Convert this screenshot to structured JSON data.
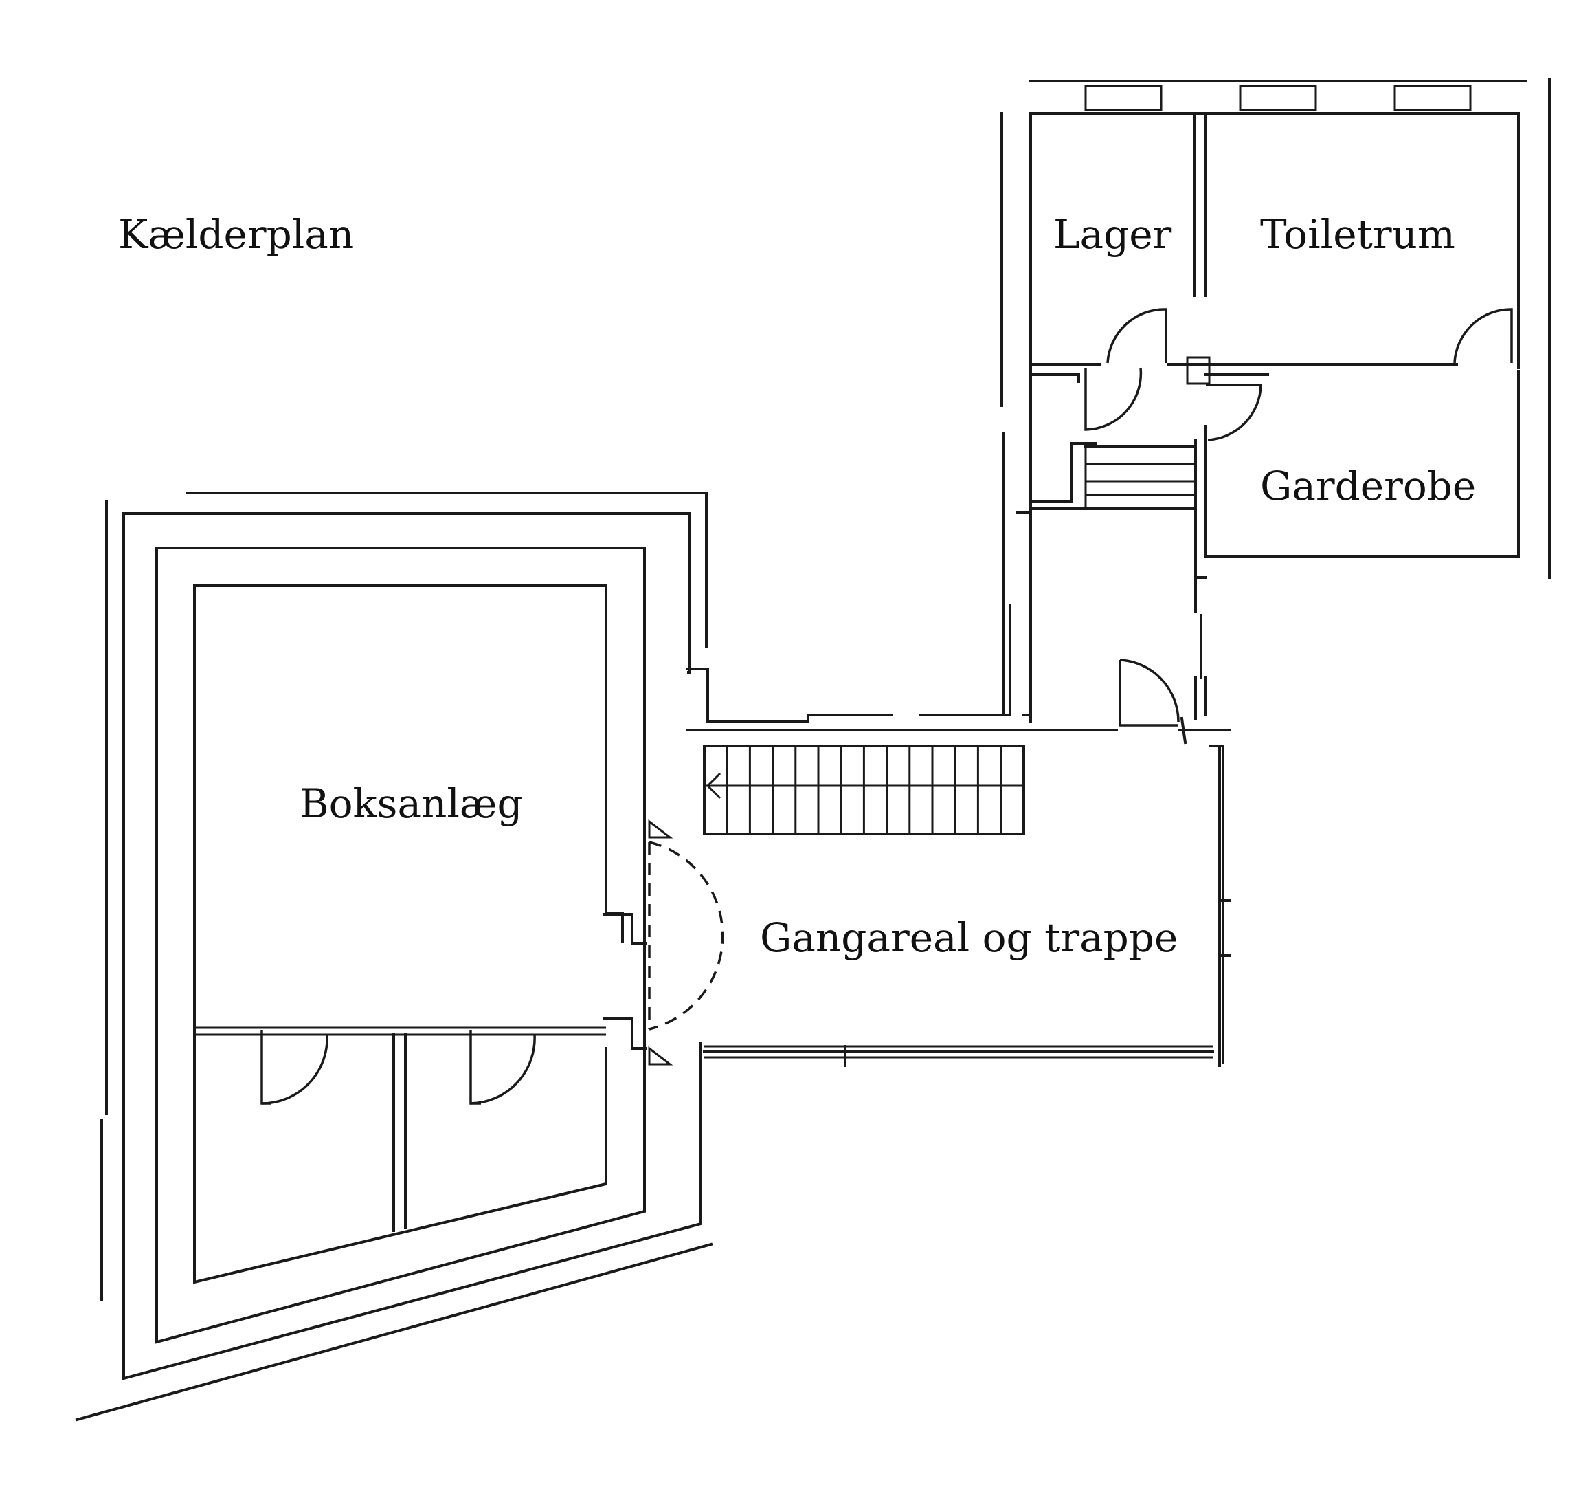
{
  "plan": {
    "title": "Kælderplan",
    "rooms": {
      "lager": "Lager",
      "toiletrum": "Toiletrum",
      "garderobe": "Garderobe",
      "boksanlaeg": "Boksanlæg",
      "gangareal": "Gangareal og trappe"
    }
  },
  "colors": {
    "line": "#1a1a1a",
    "background": "#ffffff"
  }
}
